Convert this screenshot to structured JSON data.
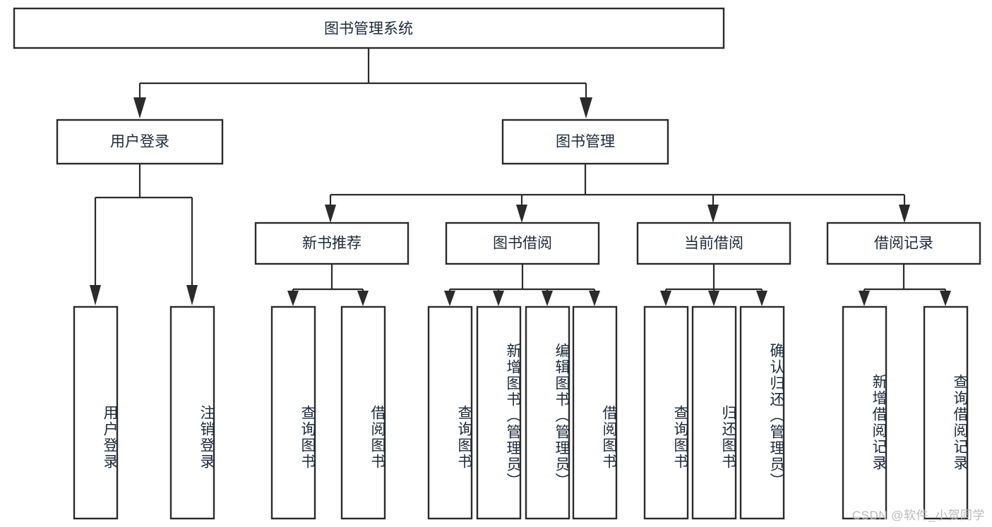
{
  "diagram": {
    "title": "图书管理系统",
    "type": "hierarchy-tree",
    "watermark": "CSDN @软件_小贺同学",
    "colors": {
      "box_stroke": "#2b2b2b",
      "box_fill": "#ffffff",
      "text": "#1b2a3a",
      "watermark": "#b9b9b9",
      "background": "#ffffff"
    },
    "root": {
      "label": "图书管理系统"
    },
    "level2": [
      {
        "label": "用户登录"
      },
      {
        "label": "图书管理"
      }
    ],
    "level3": [
      {
        "label": "新书推荐"
      },
      {
        "label": "图书借阅"
      },
      {
        "label": "当前借阅"
      },
      {
        "label": "借阅记录"
      }
    ],
    "leaves": {
      "user_login": [
        {
          "label": "用户登录"
        },
        {
          "label": "注销登录"
        }
      ],
      "new_book_recommend": [
        {
          "label": "查询图书"
        },
        {
          "label": "借阅图书"
        }
      ],
      "book_borrow": [
        {
          "label": "查询图书"
        },
        {
          "label": "新增图书（管理员）"
        },
        {
          "label": "编辑图书（管理员）"
        },
        {
          "label": "借阅图书"
        }
      ],
      "current_borrow": [
        {
          "label": "查询图书"
        },
        {
          "label": "归还图书"
        },
        {
          "label": "确认归还（管理员）"
        }
      ],
      "borrow_record": [
        {
          "label": "新增借阅记录"
        },
        {
          "label": "查询借阅记录"
        }
      ]
    }
  }
}
